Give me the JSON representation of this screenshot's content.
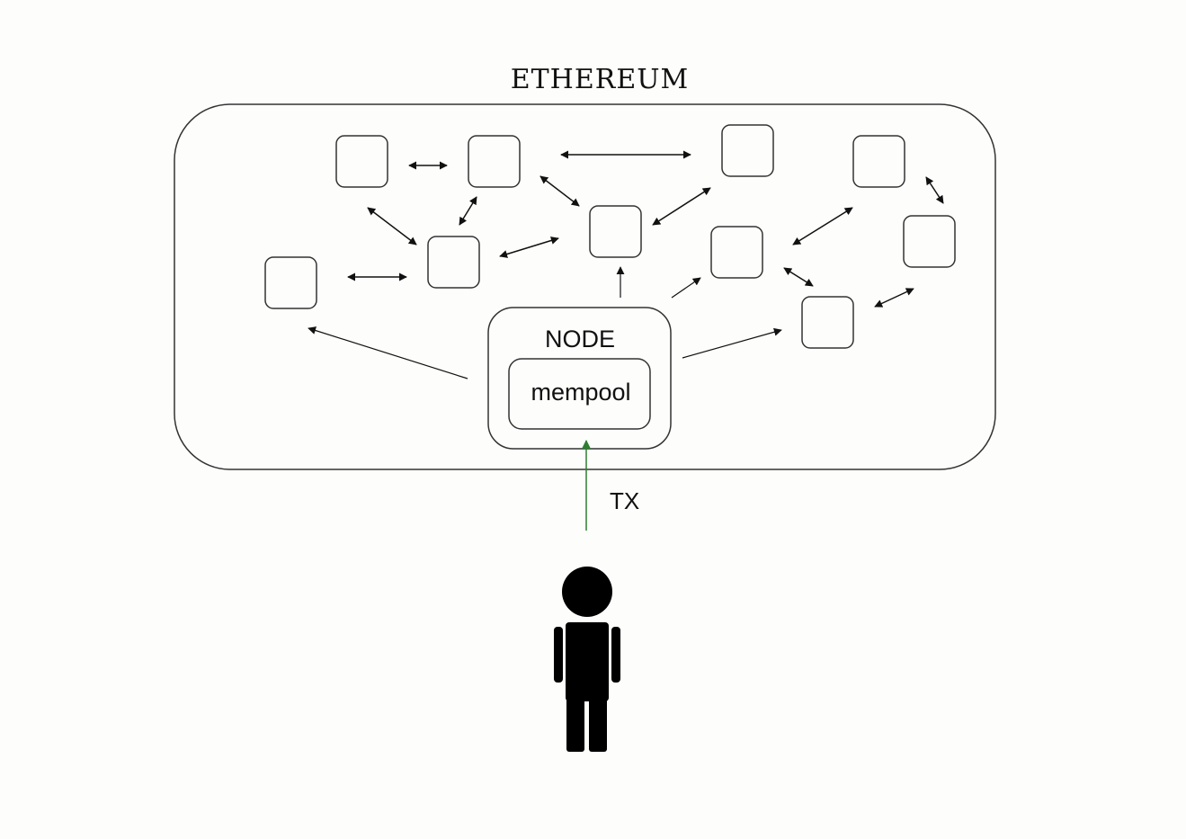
{
  "title": "ETHEREUM",
  "node": {
    "label": "NODE",
    "mempool_label": "mempool"
  },
  "transaction": {
    "label": "TX",
    "arrow_color": "#2e7d32"
  },
  "colors": {
    "stroke": "#333333",
    "arrow": "#111111",
    "background": "#fdfdfb",
    "person": "#000000"
  },
  "icons": {
    "user": "person-icon"
  }
}
